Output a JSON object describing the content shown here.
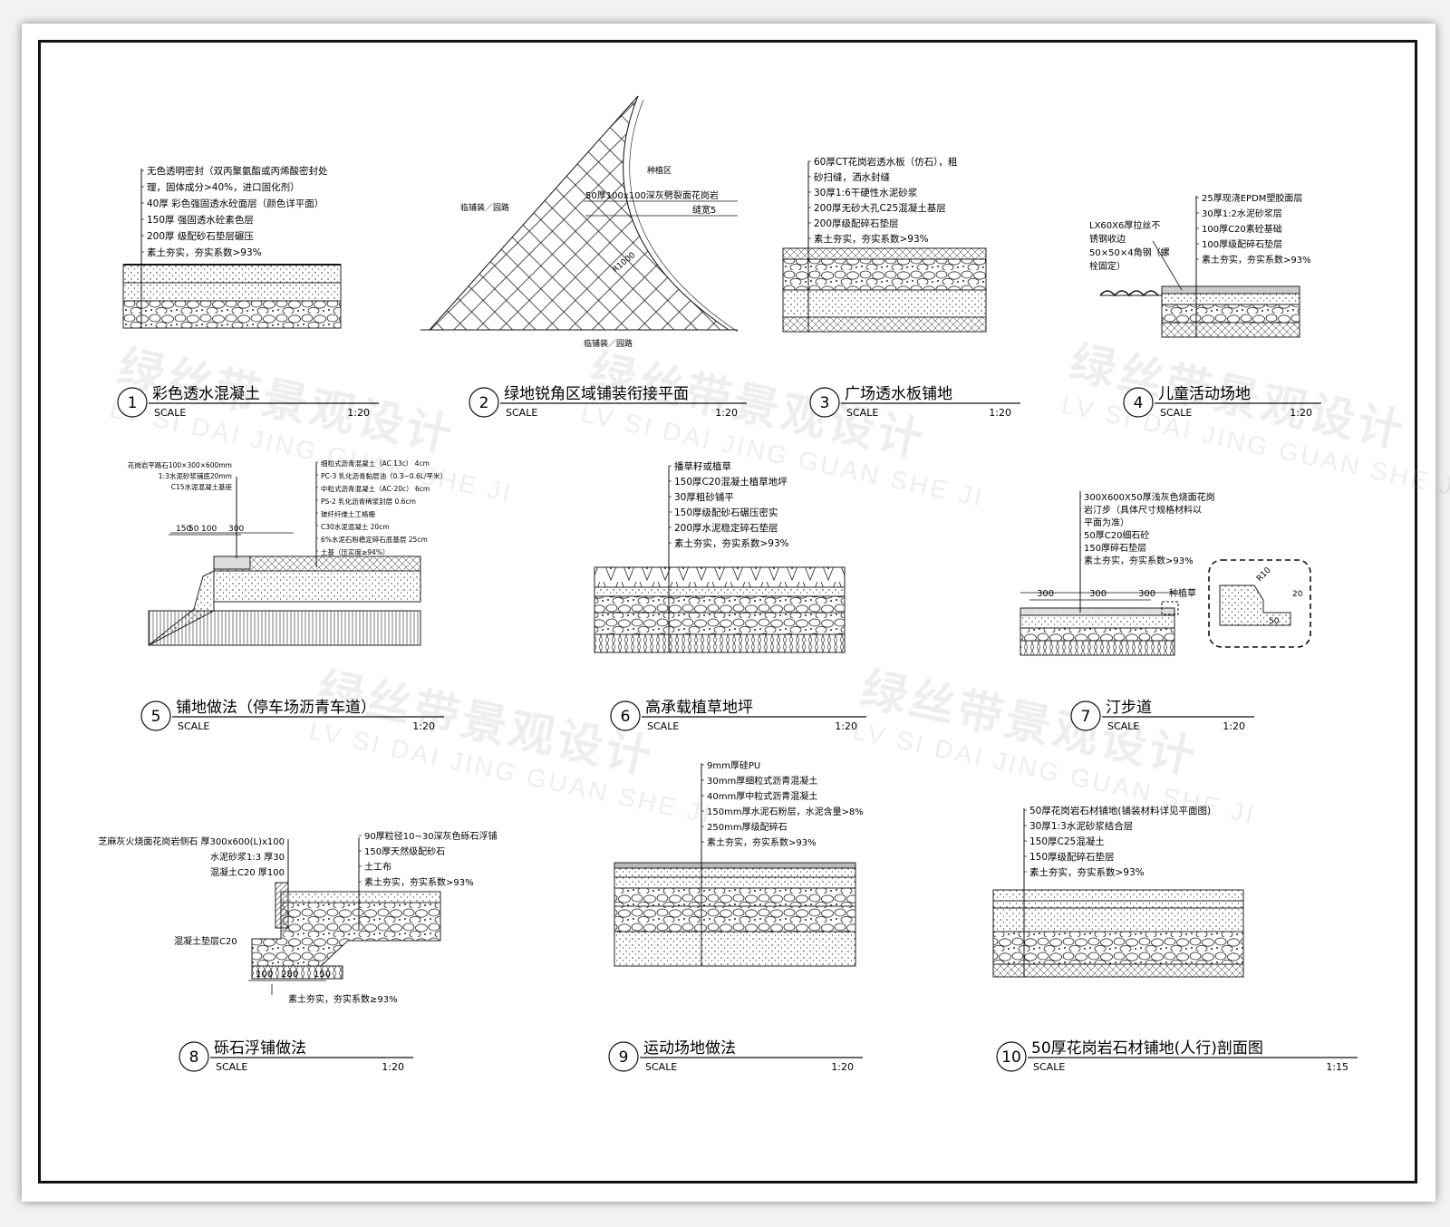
{
  "watermark": {
    "cn": "绿丝带景观设计",
    "en": "LV SI DAI JING GUAN SHE JI"
  },
  "details": [
    {
      "num": "1",
      "title": "彩色透水混凝土",
      "scale_label": "SCALE",
      "scale": "1:20",
      "notes": [
        "无色透明密封（双丙聚氨酯或丙烯酸密封处",
        "理，固体成分>40%，进口固化剂）",
        "40厚 彩色强固透水砼面层（颜色详平面）",
        "150厚 强固透水砼素色层",
        "200厚 级配砂石垫层碾压",
        "素土夯实，夯实系数>93%"
      ]
    },
    {
      "num": "2",
      "title": "绿地锐角区域铺装衔接平面",
      "scale_label": "SCALE",
      "scale": "1:20",
      "labels": [
        "种植区",
        "50厚100x100深灰劈裂面花岗岩",
        "缝宽5",
        "临铺装／园路",
        "临铺装／园路",
        "R1000"
      ]
    },
    {
      "num": "3",
      "title": "广场透水板铺地",
      "scale_label": "SCALE",
      "scale": "1:20",
      "notes": [
        "60厚CT花岗岩透水板（仿石），粗",
        "砂扫缝，洒水封缝",
        "30厚1:6干硬性水泥砂浆",
        "200厚无砂大孔C25混凝土基层",
        "200厚级配碎石垫层",
        "素土夯实，夯实系数>93%"
      ]
    },
    {
      "num": "4",
      "title": "儿童活动场地",
      "scale_label": "SCALE",
      "scale": "1:20",
      "notes": [
        "25厚现浇EPDM塑胶面层",
        "30厚1:2水泥砂浆层",
        "100厚C20素砼基础",
        "100厚级配碎石垫层",
        "素土夯实，夯实系数>93%"
      ],
      "side_notes": [
        "LX60X6厚拉丝不",
        "锈钢收边",
        "50×50×4角钢（螺",
        "栓固定）"
      ]
    },
    {
      "num": "5",
      "title": "铺地做法（停车场沥青车道）",
      "scale_label": "SCALE",
      "scale": "1:20",
      "left_notes": [
        "花岗岩平路石100×300×600mm",
        "1:3水泥砂浆铺底20mm",
        "C15水泥混凝土基座"
      ],
      "notes": [
        "细粒式沥青混凝土（AC 13c） 4cm",
        "PC-3 乳化沥青黏层油（0.3~0.6L/平米）",
        "中粒式沥青混凝土（AC-20c） 6cm",
        "PS-2 乳化沥青稀浆封层 0.6cm",
        "玻纤纤维土工格栅",
        "C30水泥混凝土 20cm",
        "6%水泥石粉稳定碎石底基层 25cm",
        "土基（压实度≥94%）"
      ],
      "dims": [
        "150",
        "50",
        "100",
        "300"
      ]
    },
    {
      "num": "6",
      "title": "高承载植草地坪",
      "scale_label": "SCALE",
      "scale": "1:20",
      "notes": [
        "播草籽或植草",
        "150厚C20混凝土植草地坪",
        "30厚粗砂铺平",
        "150厚级配砂石碾压密实",
        "200厚水泥稳定碎石垫层",
        "素土夯实，夯实系数>93%"
      ]
    },
    {
      "num": "7",
      "title": "汀步道",
      "scale_label": "SCALE",
      "scale": "1:20",
      "notes": [
        "300X600X50厚浅灰色烧面花岗",
        "岩汀步（具体尺寸规格材料以",
        "平面为准）",
        "50厚C20细石砼",
        "150厚碎石垫层",
        "素土夯实，夯实系数>93%"
      ],
      "dims": [
        "300",
        "300",
        "300"
      ],
      "labels": [
        "种植草",
        "R10",
        "20",
        "50"
      ]
    },
    {
      "num": "8",
      "title": "砾石浮铺做法",
      "scale_label": "SCALE",
      "scale": "1:20",
      "left_notes": [
        "芝麻灰火烧面花岗岩侧石 厚300x600(L)x100",
        "水泥砂浆1:3 厚30",
        "混凝土C20 厚100"
      ],
      "notes": [
        "90厚粒径10~30深灰色砾石浮铺",
        "150厚天然级配砂石",
        "土工布",
        "素土夯实，夯实系数>93%"
      ],
      "bottom_note": "素土夯实，夯实系数≥93%",
      "side_label": "混凝土垫层C20",
      "dims": [
        "100",
        "280",
        "150"
      ]
    },
    {
      "num": "9",
      "title": "运动场地做法",
      "scale_label": "SCALE",
      "scale": "1:20",
      "notes": [
        "9mm厚硅PU",
        "30mm厚细粒式沥青混凝土",
        "40mm厚中粒式沥青混凝土",
        "150mm厚水泥石粉层，水泥含量>8%",
        "250mm厚级配碎石",
        "素土夯实，夯实系数>93%"
      ]
    },
    {
      "num": "10",
      "title": "50厚花岗岩石材铺地(人行)剖面图",
      "scale_label": "SCALE",
      "scale": "1:15",
      "notes": [
        "50厚花岗岩石材铺地(铺装材料详见平面图)",
        "30厚1:3水泥砂浆结合层",
        "150厚C25混凝土",
        "150厚级配碎石垫层",
        "素土夯实，夯实系数>93%"
      ]
    }
  ]
}
